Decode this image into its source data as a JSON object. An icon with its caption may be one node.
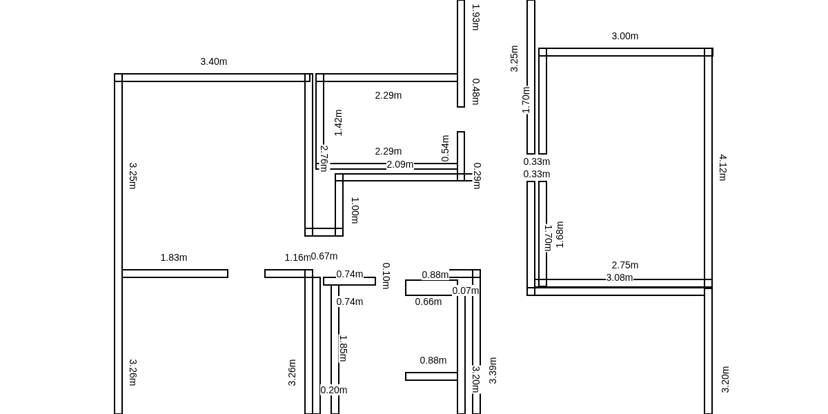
{
  "diagram": {
    "labels": [
      "1.93m",
      "3.00m",
      "3.25m",
      "3.40m",
      "2.29m",
      "0.48m",
      "1.70m",
      "1.42m",
      "2.29m",
      "2.76m",
      "0.54m",
      "2.09m",
      "3.25m",
      "0.33m",
      "0.33m",
      "0.29m",
      "4.12m",
      "1.00m",
      "1.70m",
      "1.68m",
      "1.83m",
      "1.16m",
      "0.67m",
      "2.75m",
      "0.10m",
      "0.74m",
      "0.88m",
      "3.08m",
      "0.07m",
      "0.74m",
      "0.66m",
      "1.85m",
      "0.88m",
      "3.26m",
      "3.26m",
      "3.20m",
      "3.39m",
      "3.20m",
      "0.20m"
    ]
  }
}
